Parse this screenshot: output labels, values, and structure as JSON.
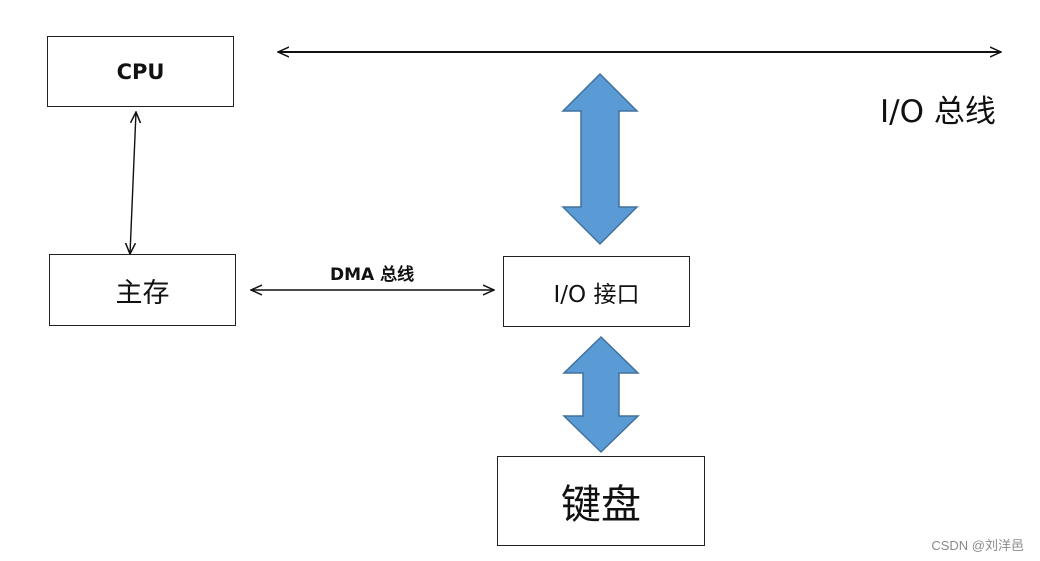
{
  "diagram": {
    "nodes": {
      "cpu": "CPU",
      "main_memory": "主存",
      "io_interface": "I/O 接口",
      "keyboard": "键盘"
    },
    "labels": {
      "io_bus": "I/O 总线",
      "dma_bus": "DMA 总线"
    },
    "colors": {
      "block_arrow": "#5b9bd5",
      "block_arrow_stroke": "#41719c",
      "line": "#111111"
    }
  },
  "watermark": "CSDN @刘洋邑"
}
